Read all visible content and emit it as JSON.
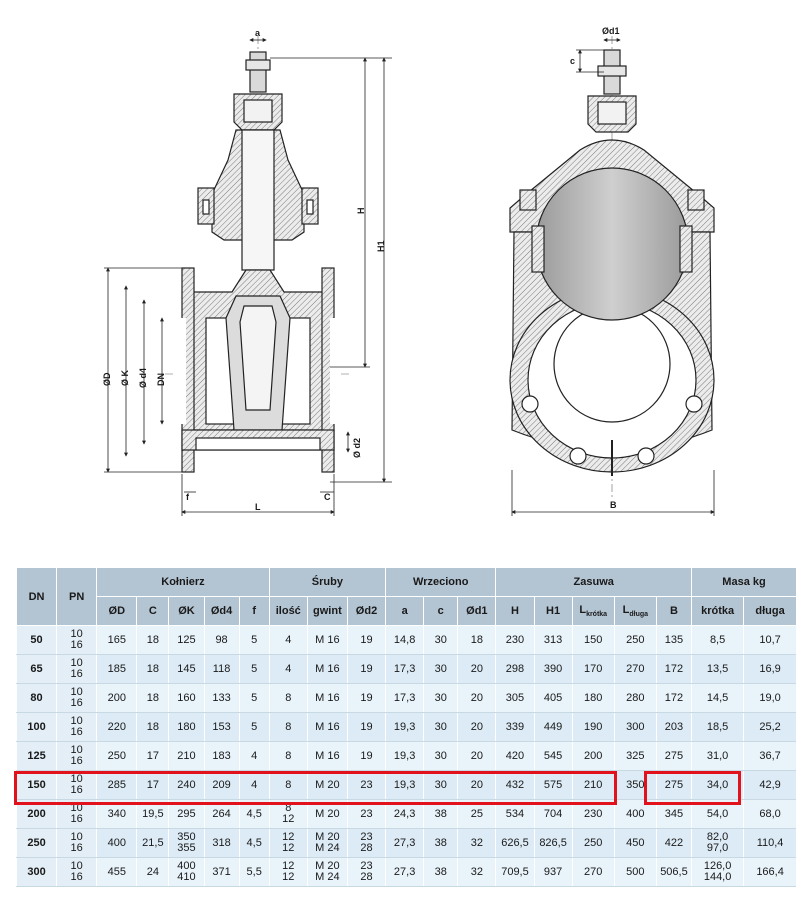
{
  "drawing": {
    "left_view": {
      "dim_a": "a",
      "dim_H": "H",
      "dim_H1": "H1",
      "dim_OD": "ØD",
      "dim_OK": "Ø K",
      "dim_Od4": "Ø d4",
      "dim_DN": "DN",
      "dim_Od2": "Ø d2",
      "dim_f": "f",
      "dim_L": "L",
      "dim_C": "C"
    },
    "right_view": {
      "dim_Od1": "Ød1",
      "dim_c": "c",
      "dim_B": "B"
    }
  },
  "table": {
    "group_headers": {
      "dn": "DN",
      "pn": "PN",
      "kolnierz": "Kołnierz",
      "sruby": "Śruby",
      "wrzeciono": "Wrzeciono",
      "zasuwa": "Zasuwa",
      "masa": "Masa kg"
    },
    "sub_headers": {
      "od": "ØD",
      "c_cap": "C",
      "ok": "ØK",
      "od4": "Ød4",
      "f": "f",
      "ilosc": "ilość",
      "gwint": "gwint",
      "od2": "Ød2",
      "a": "a",
      "c": "c",
      "od1": "Ød1",
      "h": "H",
      "h1": "H1",
      "l_krotka": "L",
      "l_krotka_sub": "krótka",
      "l_dluga": "L",
      "l_dluga_sub": "długa",
      "b": "B",
      "m_krotka": "krótka",
      "m_dluga": "długa"
    },
    "rows": [
      {
        "dn": "50",
        "pn": [
          "10",
          "16"
        ],
        "D": "165",
        "C": "18",
        "K": "125",
        "d4": "98",
        "f": "5",
        "ilosc": "4",
        "gwint": "M 16",
        "d2": "19",
        "a": "14,8",
        "c": "30",
        "d1": "18",
        "H": "230",
        "H1": "313",
        "Lk": "150",
        "Ld": "250",
        "B": "135",
        "mk": "8,5",
        "md": "10,7"
      },
      {
        "dn": "65",
        "pn": [
          "10",
          "16"
        ],
        "D": "185",
        "C": "18",
        "K": "145",
        "d4": "118",
        "f": "5",
        "ilosc": "4",
        "gwint": "M 16",
        "d2": "19",
        "a": "17,3",
        "c": "30",
        "d1": "20",
        "H": "298",
        "H1": "390",
        "Lk": "170",
        "Ld": "270",
        "B": "172",
        "mk": "13,5",
        "md": "16,9"
      },
      {
        "dn": "80",
        "pn": [
          "10",
          "16"
        ],
        "D": "200",
        "C": "18",
        "K": "160",
        "d4": "133",
        "f": "5",
        "ilosc": "8",
        "gwint": "M 16",
        "d2": "19",
        "a": "17,3",
        "c": "30",
        "d1": "20",
        "H": "305",
        "H1": "405",
        "Lk": "180",
        "Ld": "280",
        "B": "172",
        "mk": "14,5",
        "md": "19,0"
      },
      {
        "dn": "100",
        "pn": [
          "10",
          "16"
        ],
        "D": "220",
        "C": "18",
        "K": "180",
        "d4": "153",
        "f": "5",
        "ilosc": "8",
        "gwint": "M 16",
        "d2": "19",
        "a": "19,3",
        "c": "30",
        "d1": "20",
        "H": "339",
        "H1": "449",
        "Lk": "190",
        "Ld": "300",
        "B": "203",
        "mk": "18,5",
        "md": "25,2"
      },
      {
        "dn": "125",
        "pn": [
          "10",
          "16"
        ],
        "D": "250",
        "C": "17",
        "K": "210",
        "d4": "183",
        "f": "4",
        "ilosc": "8",
        "gwint": "M 16",
        "d2": "19",
        "a": "19,3",
        "c": "30",
        "d1": "20",
        "H": "420",
        "H1": "545",
        "Lk": "200",
        "Ld": "325",
        "B": "275",
        "mk": "31,0",
        "md": "36,7"
      },
      {
        "dn": "150",
        "pn": [
          "10",
          "16"
        ],
        "D": "285",
        "C": "17",
        "K": "240",
        "d4": "209",
        "f": "4",
        "ilosc": "8",
        "gwint": "M 20",
        "d2": "23",
        "a": "19,3",
        "c": "30",
        "d1": "20",
        "H": "432",
        "H1": "575",
        "Lk": "210",
        "Ld": "350",
        "B": "275",
        "mk": "34,0",
        "md": "42,9"
      },
      {
        "dn": "200",
        "pn": [
          "10",
          "16"
        ],
        "D": "340",
        "C": "19,5",
        "K": "295",
        "d4": "264",
        "f": "4,5",
        "ilosc": [
          "8",
          "12"
        ],
        "gwint": "M 20",
        "d2": "23",
        "a": "24,3",
        "c": "38",
        "d1": "25",
        "H": "534",
        "H1": "704",
        "Lk": "230",
        "Ld": "400",
        "B": "345",
        "mk": "54,0",
        "md": "68,0"
      },
      {
        "dn": "250",
        "pn": [
          "10",
          "16"
        ],
        "D": "400",
        "C": "21,5",
        "K": [
          "350",
          "355"
        ],
        "d4": "318",
        "f": "4,5",
        "ilosc": [
          "12",
          "12"
        ],
        "gwint": [
          "M 20",
          "M 24"
        ],
        "d2": [
          "23",
          "28"
        ],
        "a": "27,3",
        "c": "38",
        "d1": "32",
        "H": "626,5",
        "H1": "826,5",
        "Lk": "250",
        "Ld": "450",
        "B": "422",
        "mk": [
          "82,0",
          "97,0"
        ],
        "md": "110,4"
      },
      {
        "dn": "300",
        "pn": [
          "10",
          "16"
        ],
        "D": "455",
        "C": "24",
        "K": [
          "400",
          "410"
        ],
        "d4": "371",
        "f": "5,5",
        "ilosc": [
          "12",
          "12"
        ],
        "gwint": [
          "M 20",
          "M 24"
        ],
        "d2": [
          "23",
          "28"
        ],
        "a": "27,3",
        "c": "38",
        "d1": "32",
        "H": "709,5",
        "H1": "937",
        "Lk": "270",
        "Ld": "500",
        "B": "506,5",
        "mk": [
          "126,0",
          "144,0"
        ],
        "md": "166,4"
      }
    ],
    "highlight_row": "150",
    "colors": {
      "header": "#b3c4d2",
      "row": "#e8f3fa",
      "highlight": "#e2121c"
    }
  }
}
